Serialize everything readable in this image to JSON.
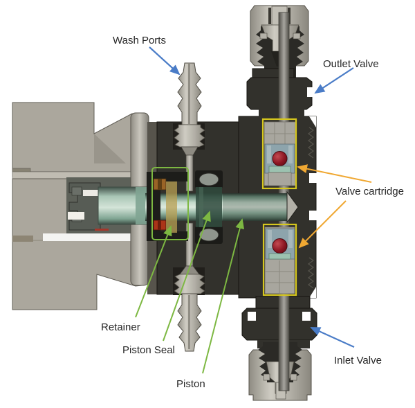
{
  "figure": {
    "type": "technical cutaway diagram of an HPLC pump head cross-section",
    "background": "#ffffff"
  },
  "annotations": {
    "labels": {
      "wash_ports": "Wash Ports",
      "outlet_valve": "Outlet Valve",
      "valve_cartridge": "Valve cartridge",
      "retainer": "Retainer",
      "piston_seal": "Piston Seal",
      "piston": "Piston",
      "inlet_valve": "Inlet Valve"
    },
    "colors": {
      "label_text": "#262626",
      "blue_arrow": "#4a7cc7",
      "orange_arrow": "#f0a832",
      "green_arrow": "#7db842",
      "yellow_box": "#d6c71e",
      "green_box": "#7db842",
      "check_ball_red": "#8c1622",
      "piston_green": "#c3d9ca",
      "head_dark": "#32312c",
      "body_gray": "#aba79d"
    }
  }
}
